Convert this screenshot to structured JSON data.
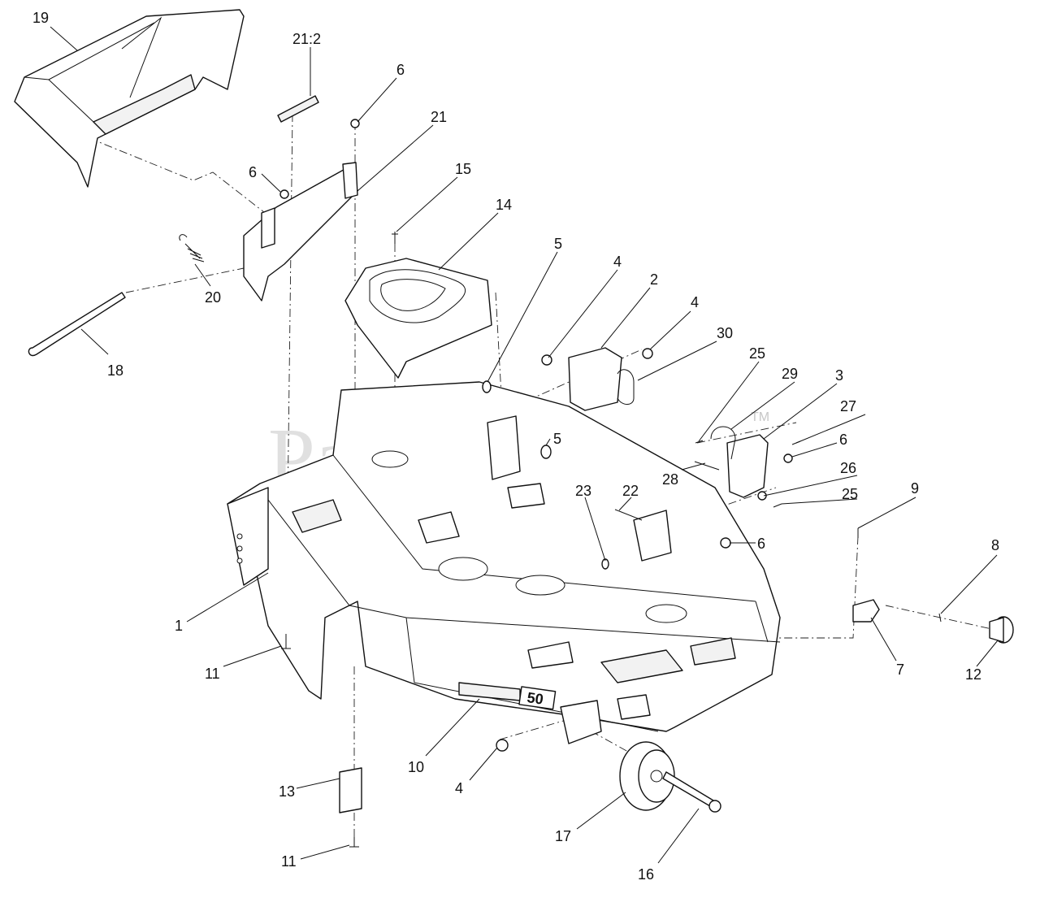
{
  "watermark": {
    "brand": "PartsTree",
    "trademark": "TM"
  },
  "deck_badge": {
    "size": "50"
  },
  "callouts": {
    "c1": "1",
    "c2": "2",
    "c3": "3",
    "c4a": "4",
    "c4b": "4",
    "c4c": "4",
    "c5a": "5",
    "c5b": "5",
    "c6a": "6",
    "c6b": "6",
    "c6c": "6",
    "c6d": "6",
    "c7": "7",
    "c8": "8",
    "c9": "9",
    "c10": "10",
    "c11a": "11",
    "c11b": "11",
    "c12": "12",
    "c13": "13",
    "c14": "14",
    "c15": "15",
    "c16": "16",
    "c17": "17",
    "c18": "18",
    "c19": "19",
    "c20": "20",
    "c21": "21",
    "c21b": "21:2",
    "c22": "22",
    "c23": "23",
    "c25a": "25",
    "c25b": "25",
    "c26": "26",
    "c27": "27",
    "c28": "28",
    "c29": "29",
    "c30": "30"
  }
}
